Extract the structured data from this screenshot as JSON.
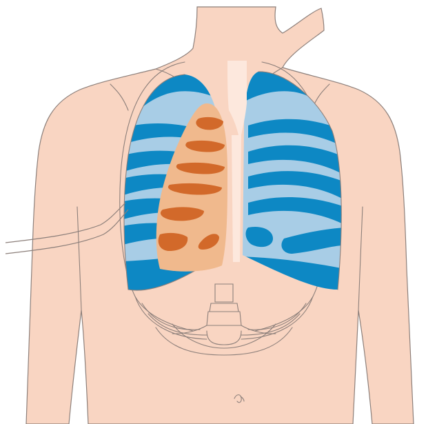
{
  "diagram": {
    "colors": {
      "background": "#ffffff",
      "skin": "#f9d5c2",
      "outline": "#8c7f7a",
      "lung_light": "#a8cde6",
      "lung_dark": "#0d88c4",
      "trachea": "#fde8dd",
      "tumor_fill": "#f0b98d",
      "tumor_ribs": "#d2692a"
    },
    "icons": [
      "torso",
      "right-lung",
      "left-lung",
      "trachea",
      "tumor-region",
      "rib-cage",
      "catheter-tube",
      "navel"
    ]
  }
}
